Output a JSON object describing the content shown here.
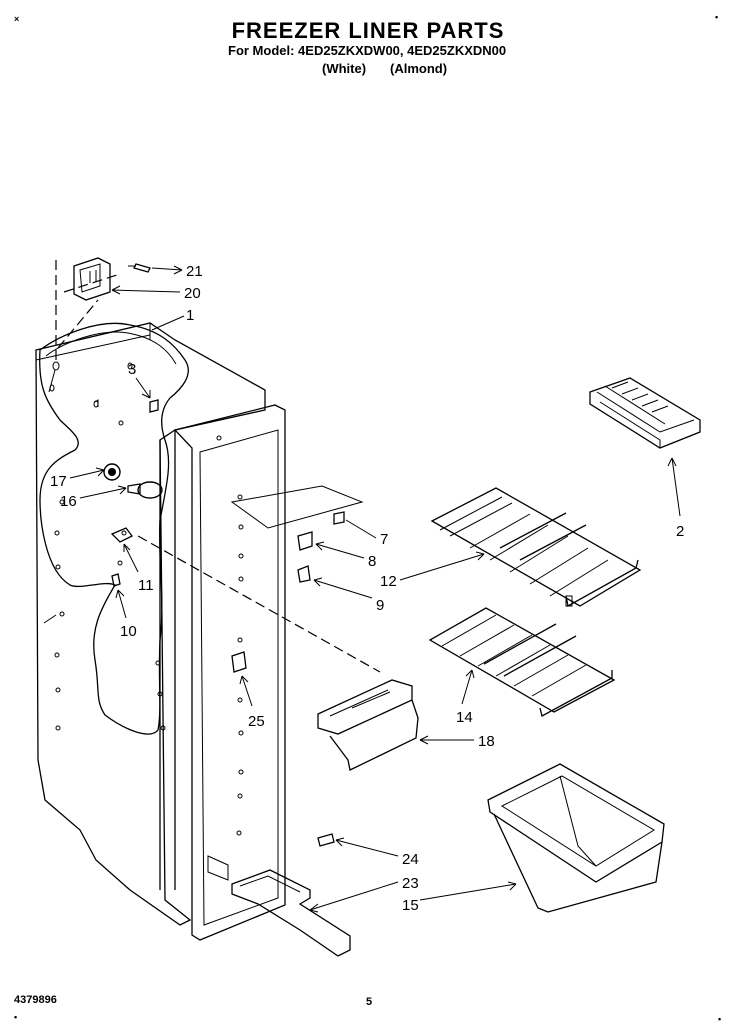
{
  "header": {
    "title": "FREEZER LINER PARTS",
    "subtitle": "For Model: 4ED25ZKXDW00, 4ED25ZKXDN00",
    "variant_white": "(White)",
    "variant_almond": "(Almond)"
  },
  "footer": {
    "part_number": "4379896",
    "page_number": "5"
  },
  "callouts": {
    "c1": "1",
    "c2": "2",
    "c3": "3",
    "c7": "7",
    "c8": "8",
    "c9": "9",
    "c10": "10",
    "c11": "11",
    "c12": "12",
    "c14": "14",
    "c15": "15",
    "c16": "16",
    "c17": "17",
    "c18": "18",
    "c20": "20",
    "c21": "21",
    "c23": "23",
    "c24": "24",
    "c25": "25"
  },
  "colors": {
    "ink": "#000000",
    "paper": "#ffffff"
  }
}
